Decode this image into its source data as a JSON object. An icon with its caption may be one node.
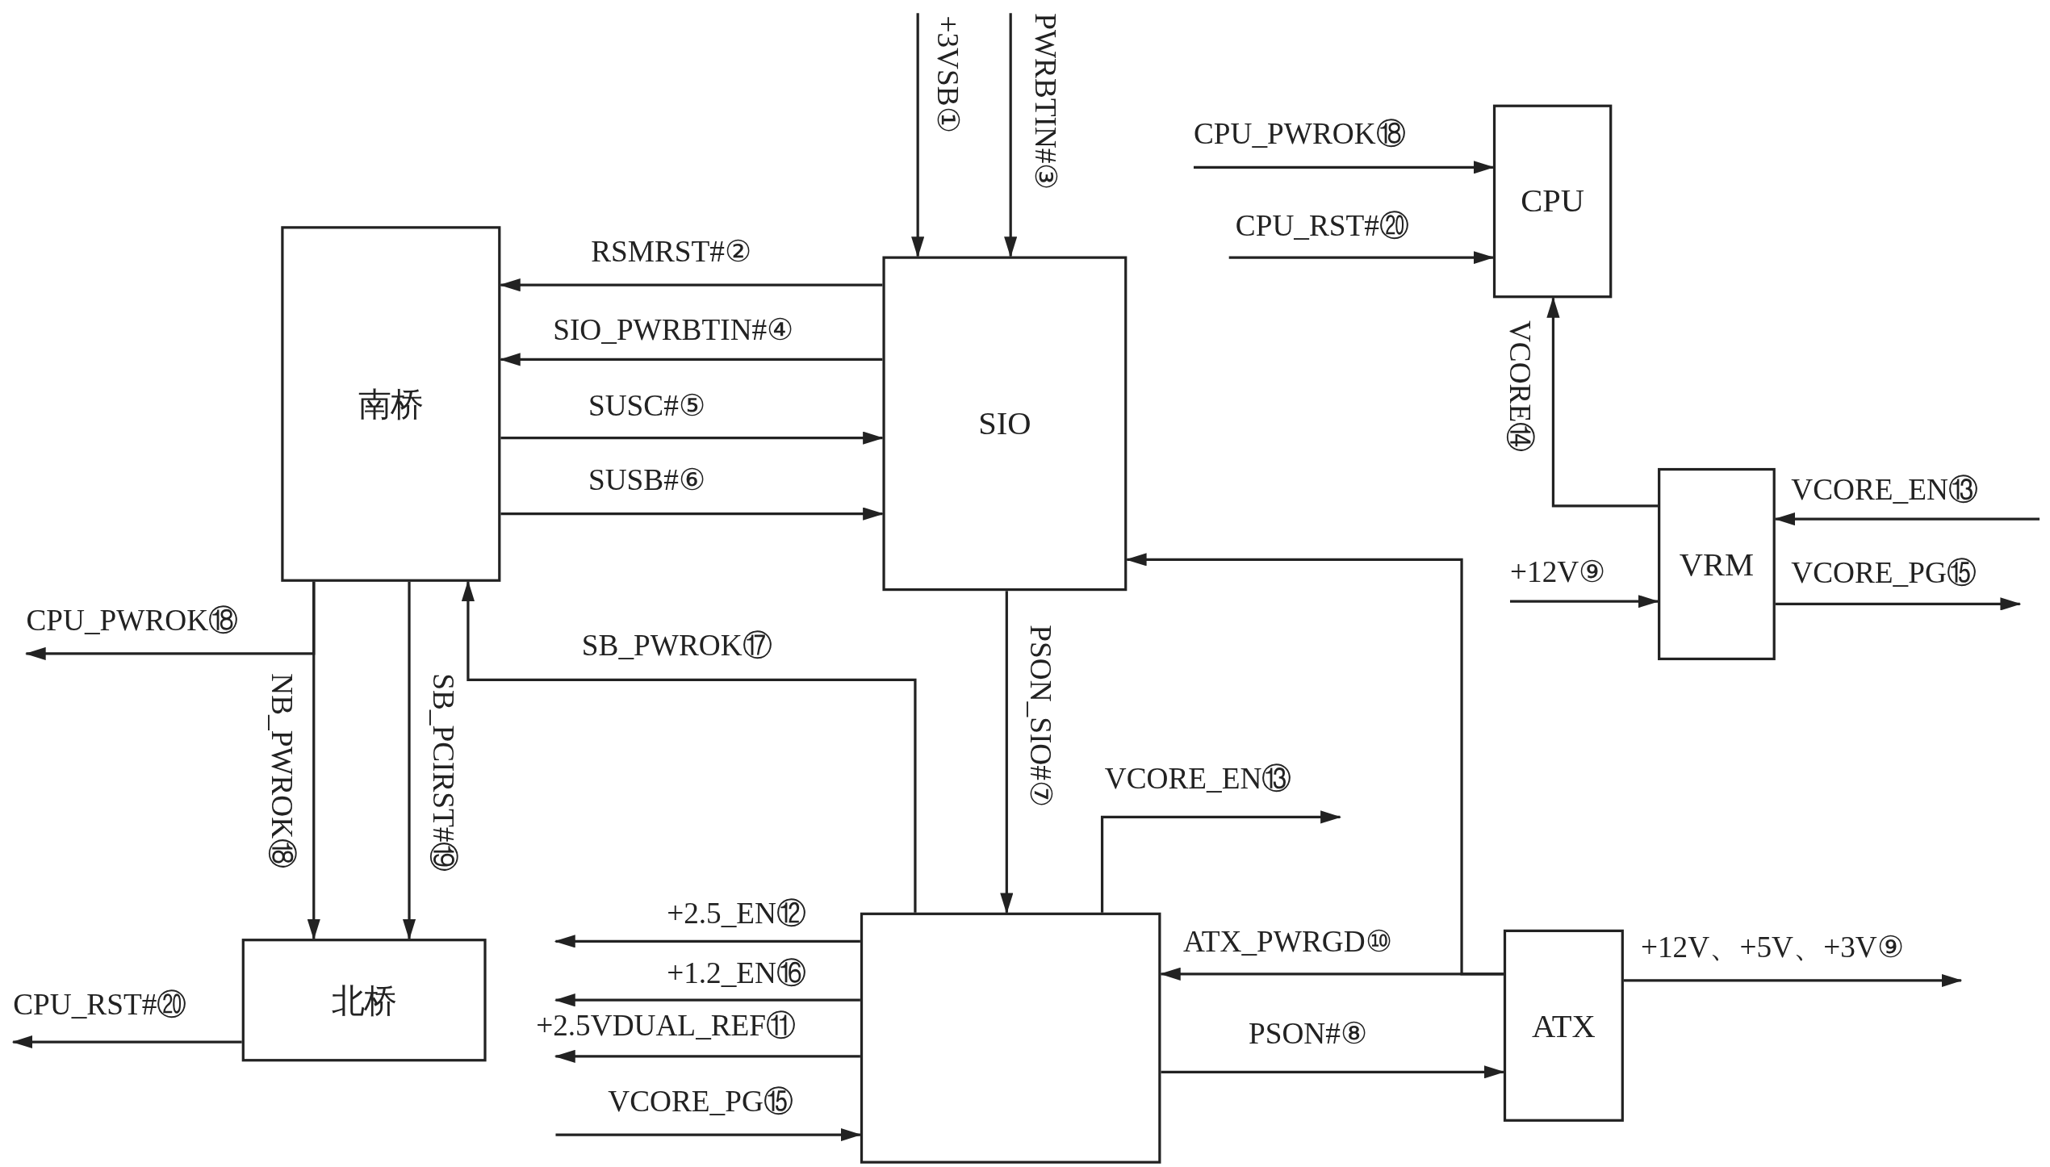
{
  "diagram": {
    "nodes": [
      {
        "text": [
          "南桥"
        ]
      },
      {
        "text": [
          "SIO"
        ]
      },
      {
        "text": [
          "CPU"
        ]
      },
      {
        "text": [
          "VRM"
        ]
      },
      {
        "text": [
          "北桥"
        ]
      },
      {
        "text": [],
        "shape": "box"
      },
      {
        "text": [
          "ATX"
        ]
      }
    ],
    "edges": [
      {
        "from": null,
        "to": 1,
        "arrow": "to",
        "label": "+3VSB①"
      },
      {
        "from": null,
        "to": 1,
        "arrow": "to",
        "label": "PWRBTIN#③"
      },
      {
        "from": 1,
        "to": 0,
        "arrow": "to",
        "label": "RSMRST#②"
      },
      {
        "from": 1,
        "to": 0,
        "arrow": "to",
        "label": "SIO_PWRBTIN#④"
      },
      {
        "from": 0,
        "to": 1,
        "arrow": "to",
        "label": "SUSC#⑤"
      },
      {
        "from": 0,
        "to": 1,
        "arrow": "to",
        "label": "SUSB#⑥"
      },
      {
        "from": null,
        "to": 2,
        "arrow": "to",
        "label": "CPU_PWROK⑱"
      },
      {
        "from": null,
        "to": 2,
        "arrow": "to",
        "label": "CPU_RST#⑳"
      },
      {
        "from": 3,
        "to": 2,
        "arrow": "to",
        "label": "VCORE⑭"
      },
      {
        "from": null,
        "to": 3,
        "arrow": "to",
        "label": "VCORE_EN⑬"
      },
      {
        "from": null,
        "to": 3,
        "arrow": "to",
        "label": "+12V⑨"
      },
      {
        "from": 3,
        "to": null,
        "arrow": "to",
        "label": "VCORE_PG⑮"
      },
      {
        "from": 0,
        "to": null,
        "arrow": "to",
        "label": "CPU_PWROK⑱"
      },
      {
        "from": 0,
        "to": 4,
        "arrow": "to",
        "label": "NB_PWROK⑱"
      },
      {
        "from": 0,
        "to": 4,
        "arrow": "to",
        "label": "SB_PCIRST#⑲"
      },
      {
        "from": 4,
        "to": null,
        "arrow": "to",
        "label": "CPU_RST#⑳"
      },
      {
        "from": 5,
        "to": 0,
        "arrow": "to",
        "label": "SB_PWROK⑰"
      },
      {
        "from": 1,
        "to": 5,
        "arrow": "to",
        "label": "PSON_SIO#⑦"
      },
      {
        "from": 5,
        "to": null,
        "arrow": "to",
        "label": "VCORE_EN⑬"
      },
      {
        "from": 5,
        "to": null,
        "arrow": "to",
        "label": "+2.5_EN⑫"
      },
      {
        "from": 5,
        "to": null,
        "arrow": "to",
        "label": "+1.2_EN⑯"
      },
      {
        "from": 5,
        "to": null,
        "arrow": "to",
        "label": "+2.5VDUAL_REF⑪"
      },
      {
        "from": null,
        "to": 5,
        "arrow": "to",
        "label": "VCORE_PG⑮"
      },
      {
        "from": 6,
        "to": 5,
        "arrow": "to",
        "label": "ATX_PWRGD⑩"
      },
      {
        "from": 6,
        "to": 1,
        "arrow": "to"
      },
      {
        "from": 5,
        "to": 6,
        "arrow": "to",
        "label": "PSON#⑧"
      },
      {
        "from": 6,
        "to": null,
        "arrow": "to",
        "label": "+12V、+5V、+3V⑨"
      }
    ]
  }
}
